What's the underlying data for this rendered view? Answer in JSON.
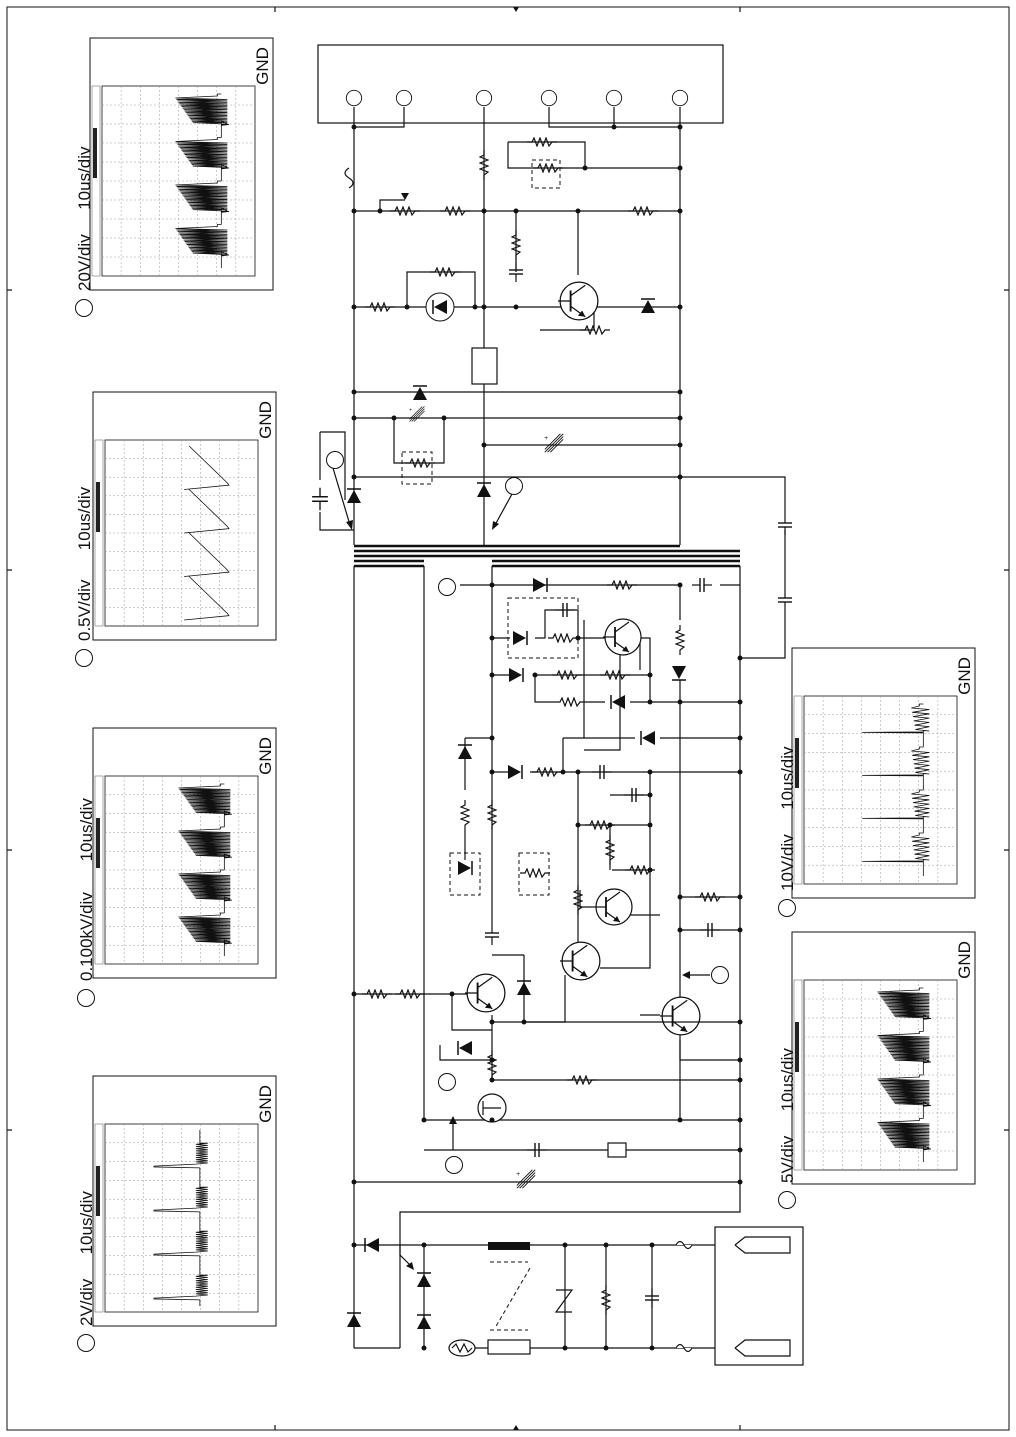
{
  "scopes": [
    {
      "id": "s1",
      "lines": [
        "20V/div",
        "10us/div"
      ],
      "gnd": "GND"
    },
    {
      "id": "s2",
      "lines": [
        "0.5V/div",
        "10us/div"
      ],
      "gnd": "GND"
    },
    {
      "id": "s3",
      "lines": [
        "0.100kV/div",
        "10us/div"
      ],
      "gnd": "GND"
    },
    {
      "id": "s4",
      "lines": [
        "2V/div",
        "10us/div"
      ],
      "gnd": "GND"
    },
    {
      "id": "s5",
      "lines": [
        "10V/div",
        "10us/div"
      ],
      "gnd": "GND"
    },
    {
      "id": "s6",
      "lines": [
        "5V/div",
        "10us/div"
      ],
      "gnd": "GND"
    }
  ]
}
